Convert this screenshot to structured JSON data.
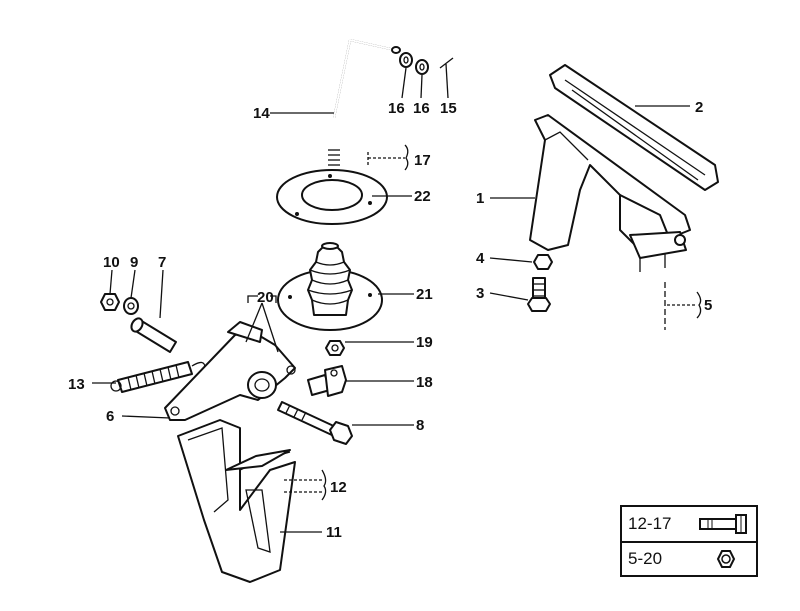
{
  "callouts": {
    "c1": "1",
    "c2": "2",
    "c3": "3",
    "c4": "4",
    "c5": "5",
    "c6": "6",
    "c7": "7",
    "c8": "8",
    "c9": "9",
    "c10": "10",
    "c11": "11",
    "c12": "12",
    "c13": "13",
    "c14": "14",
    "c15": "15",
    "c16a": "16",
    "c16b": "16",
    "c17": "17",
    "c18": "18",
    "c19": "19",
    "c20": "20",
    "c21": "21",
    "c22": "22"
  },
  "legend": {
    "rows": [
      {
        "label": "12-17",
        "icon": "bolt-icon"
      },
      {
        "label": "5-20",
        "icon": "nut-icon"
      }
    ]
  }
}
